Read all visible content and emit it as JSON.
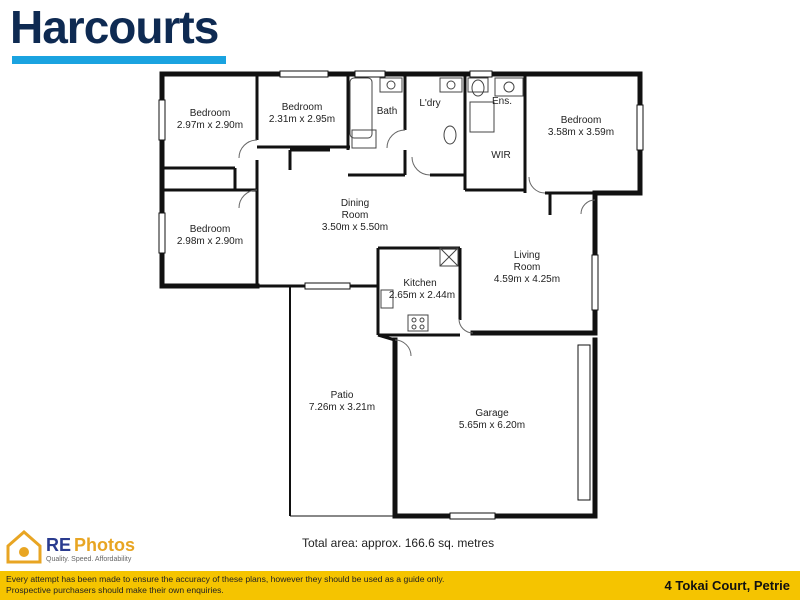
{
  "brand": {
    "name": "Harcourts",
    "accent": "#1aa3e0",
    "color": "#0e2a52"
  },
  "rooms": [
    {
      "key": "bed1",
      "name": "Bedroom",
      "dims": "2.97m x 2.90m"
    },
    {
      "key": "bed2",
      "name": "Bedroom",
      "dims": "2.31m x 2.95m"
    },
    {
      "key": "bath",
      "name": "Bath",
      "dims": ""
    },
    {
      "key": "ldry",
      "name": "L'dry",
      "dims": ""
    },
    {
      "key": "ens",
      "name": "Ens.",
      "dims": ""
    },
    {
      "key": "wir",
      "name": "WIR",
      "dims": ""
    },
    {
      "key": "bed3",
      "name": "Bedroom",
      "dims": "3.58m x 3.59m"
    },
    {
      "key": "dining",
      "name": "Dining",
      "name2": "Room",
      "dims": "3.50m x 5.50m"
    },
    {
      "key": "bed4",
      "name": "Bedroom",
      "dims": "2.98m x 2.90m"
    },
    {
      "key": "living",
      "name": "Living",
      "name2": "Room",
      "dims": "4.59m x 4.25m"
    },
    {
      "key": "kitchen",
      "name": "Kitchen",
      "dims": "2.65m x 2.44m"
    },
    {
      "key": "patio",
      "name": "Patio",
      "dims": "7.26m x 3.21m"
    },
    {
      "key": "garage",
      "name": "Garage",
      "dims": "5.65m x 6.20m"
    }
  ],
  "total_area": "Total area: approx. 166.6 sq. metres",
  "logo": {
    "re": "RE",
    "photos": "Photos",
    "tagline": "Quality. Speed. Affordability"
  },
  "footer": {
    "disclaimer": "Every attempt has been made to ensure the accuracy of these plans, however they should be used as a guide only.  Prospective purchasers should make their own enquiries.",
    "address": "4 Tokai Court, Petrie",
    "color": "#f5c400"
  }
}
